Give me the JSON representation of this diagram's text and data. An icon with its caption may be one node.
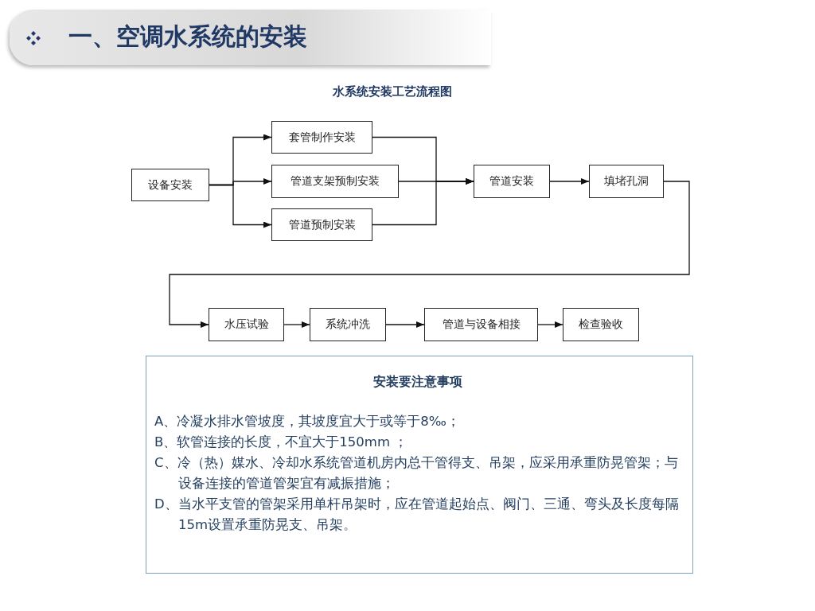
{
  "diagram": {
    "title": "一、空调水系统的安装",
    "nodes": [
      {
        "text": [
          "设备安装"
        ]
      },
      {
        "text": [
          "套管制作安装"
        ]
      },
      {
        "text": [
          "管道支架预制安装"
        ]
      },
      {
        "text": [
          "管道预制安装"
        ]
      },
      {
        "text": [
          "管道安装"
        ]
      },
      {
        "text": [
          "填堵孔洞"
        ]
      },
      {
        "text": [
          "水压试验"
        ]
      },
      {
        "text": [
          "系统冲洗"
        ]
      },
      {
        "text": [
          "管道与设备相接"
        ]
      },
      {
        "text": [
          "检查验收"
        ]
      },
      {
        "text": [
          "安装要注意事项",
          "A、冷凝水排水管坡度，其坡度宜大于或等于8‰；",
          "B、软管连接的长度，不宜大于150mm ；",
          "C、冷（热）媒水、冷却水系统管道机房内总干管得支、吊架，应采用承重防晃管架；与设备连接的管道管架宜有减振措施；",
          "D、当水平支管的管架采用单杆吊架时，应在管道起始点、阀门、三通、弯头及长度每隔15m设置承重防晃支、吊架。"
        ]
      }
    ],
    "edges": [
      {
        "from": 0,
        "to": 1,
        "arrow": "to"
      },
      {
        "from": 0,
        "to": 2,
        "arrow": "to"
      },
      {
        "from": 0,
        "to": 3,
        "arrow": "to"
      },
      {
        "from": 1,
        "to": 4,
        "arrow": "to"
      },
      {
        "from": 2,
        "to": 4,
        "arrow": "to"
      },
      {
        "from": 3,
        "to": 4,
        "arrow": "to"
      },
      {
        "from": 4,
        "to": 5,
        "arrow": "to"
      },
      {
        "from": 5,
        "to": 6,
        "arrow": "to"
      },
      {
        "from": 6,
        "to": 7,
        "arrow": "to"
      },
      {
        "from": 7,
        "to": 8,
        "arrow": "to"
      },
      {
        "from": 8,
        "to": 9,
        "arrow": "to"
      }
    ],
    "labels": [
      "水系统安装工艺流程图"
    ]
  }
}
